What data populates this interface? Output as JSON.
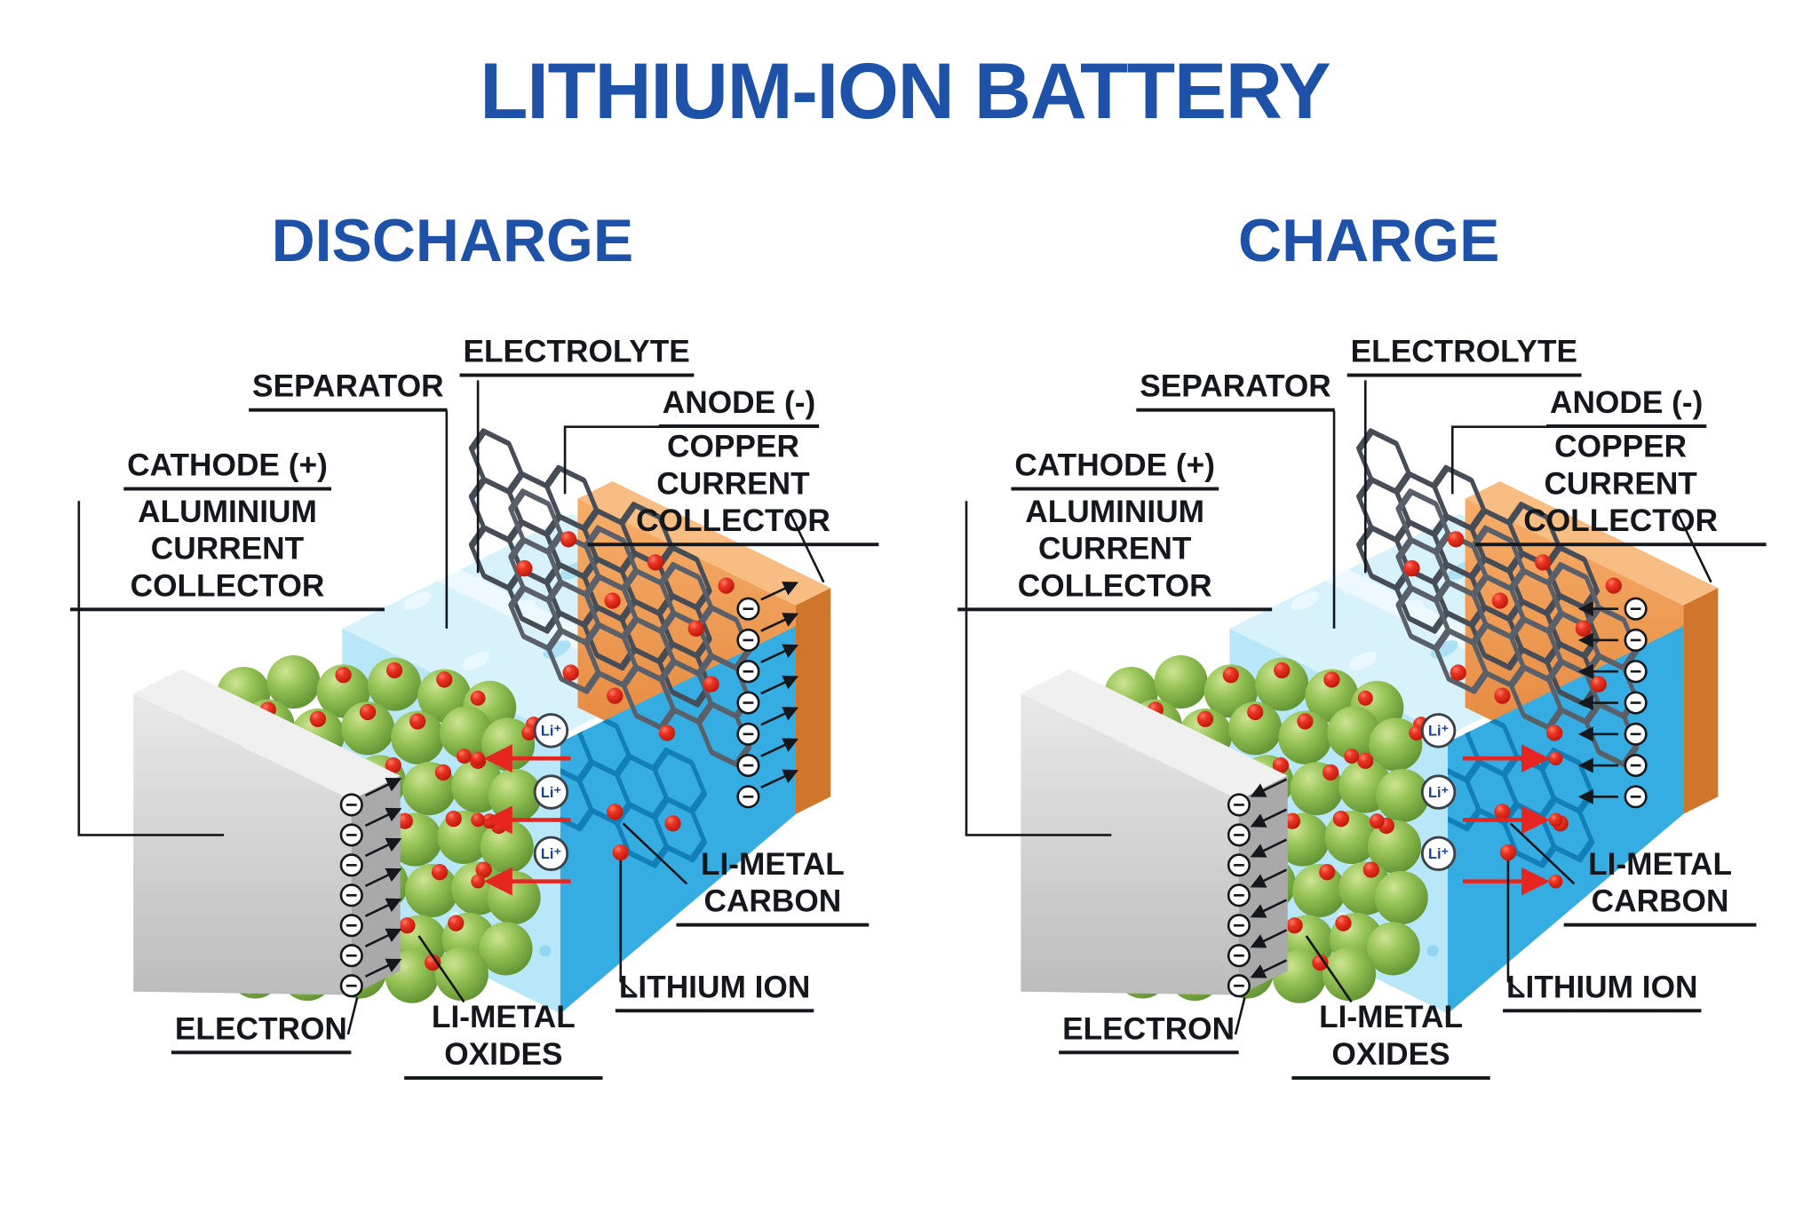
{
  "title": "LITHIUM-ION BATTERY",
  "sections": [
    {
      "id": "discharge",
      "heading": "DISCHARGE"
    },
    {
      "id": "charge",
      "heading": "CHARGE"
    }
  ],
  "labels": {
    "separator": "SEPARATOR",
    "electrolyte": "ELECTROLYTE",
    "anode": "ANODE (-)",
    "copper_current_collector": "COPPER CURRENT COLLECTOR",
    "cathode": "CATHODE (+)",
    "aluminium_current_collector": "ALUMINIUM CURRENT COLLECTOR",
    "li_metal_carbon": "LI-METAL CARBON",
    "lithium_ion": "LITHIUM ION",
    "li_metal_oxides": "LI-METAL OXIDES",
    "electron": "ELECTRON"
  },
  "ion_symbol": "Li⁺",
  "colors": {
    "title": "#1d52a8",
    "heading": "#1d52a8",
    "label_text": "#14171c",
    "copper_collector": "#ef9a50",
    "aluminium_collector": "#d4d4d4",
    "electrolyte_light": "#b7e7f8",
    "electrolyte_bright": "#35ade3",
    "cathode_spheres": "#8fbf4d",
    "lithium_ion_red": "#e62520",
    "carbon_lattice": "#4a505a"
  }
}
